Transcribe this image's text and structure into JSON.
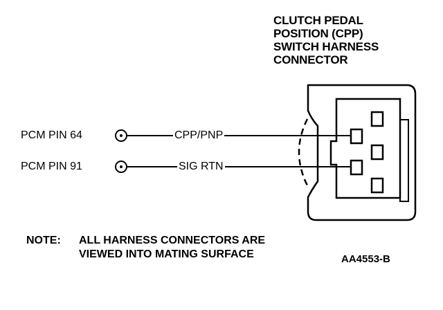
{
  "connector": {
    "title_lines": [
      "CLUTCH PEDAL",
      "POSITION (CPP)",
      "SWITCH HARNESS",
      "CONNECTOR"
    ]
  },
  "circuits": [
    {
      "pin_label": "PCM PIN 64",
      "signal": "CPP/PNP"
    },
    {
      "pin_label": "PCM PIN 91",
      "signal": "SIG RTN"
    }
  ],
  "note": {
    "prefix": "NOTE:",
    "line1": "ALL HARNESS CONNECTORS ARE",
    "line2": "VIEWED INTO MATING SURFACE"
  },
  "figure_code": "AA4553-B"
}
